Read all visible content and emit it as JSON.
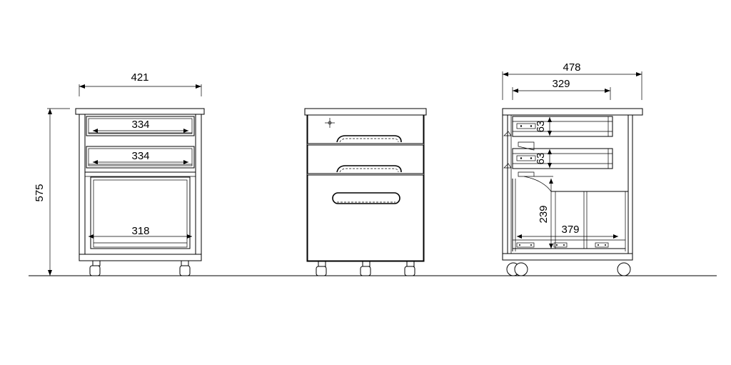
{
  "dimensions": {
    "height": "575",
    "front_width": "421",
    "front_drawer_1": "334",
    "front_drawer_2": "334",
    "front_bottom": "318",
    "side_width_outer": "478",
    "side_width_inner": "329",
    "side_drawer_1_height": "63",
    "side_drawer_2_height": "63",
    "side_bottom_height": "239",
    "side_bottom_depth": "379"
  },
  "colors": {
    "line": "#000000",
    "background": "#ffffff"
  }
}
